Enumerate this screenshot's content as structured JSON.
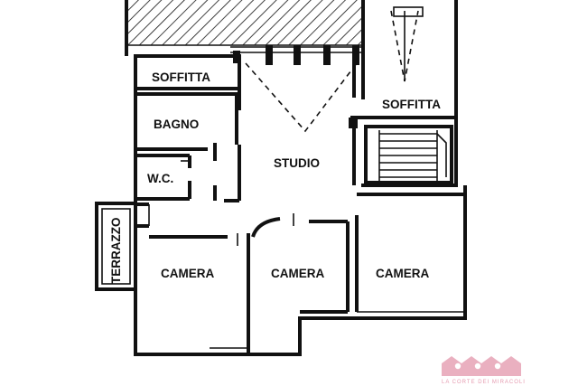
{
  "rooms": {
    "soffitta_left": "SOFFITTA",
    "soffitta_right": "SOFFITTA",
    "bagno": "BAGNO",
    "wc": "W.C.",
    "studio": "STUDIO",
    "terrazzo": "TERRAZZO",
    "camera_left": "CAMERA",
    "camera_center": "CAMERA",
    "camera_right": "CAMERA"
  },
  "logo": {
    "text": "LA CORTE DEI MIRACOLI",
    "color": "#e59bb0"
  }
}
